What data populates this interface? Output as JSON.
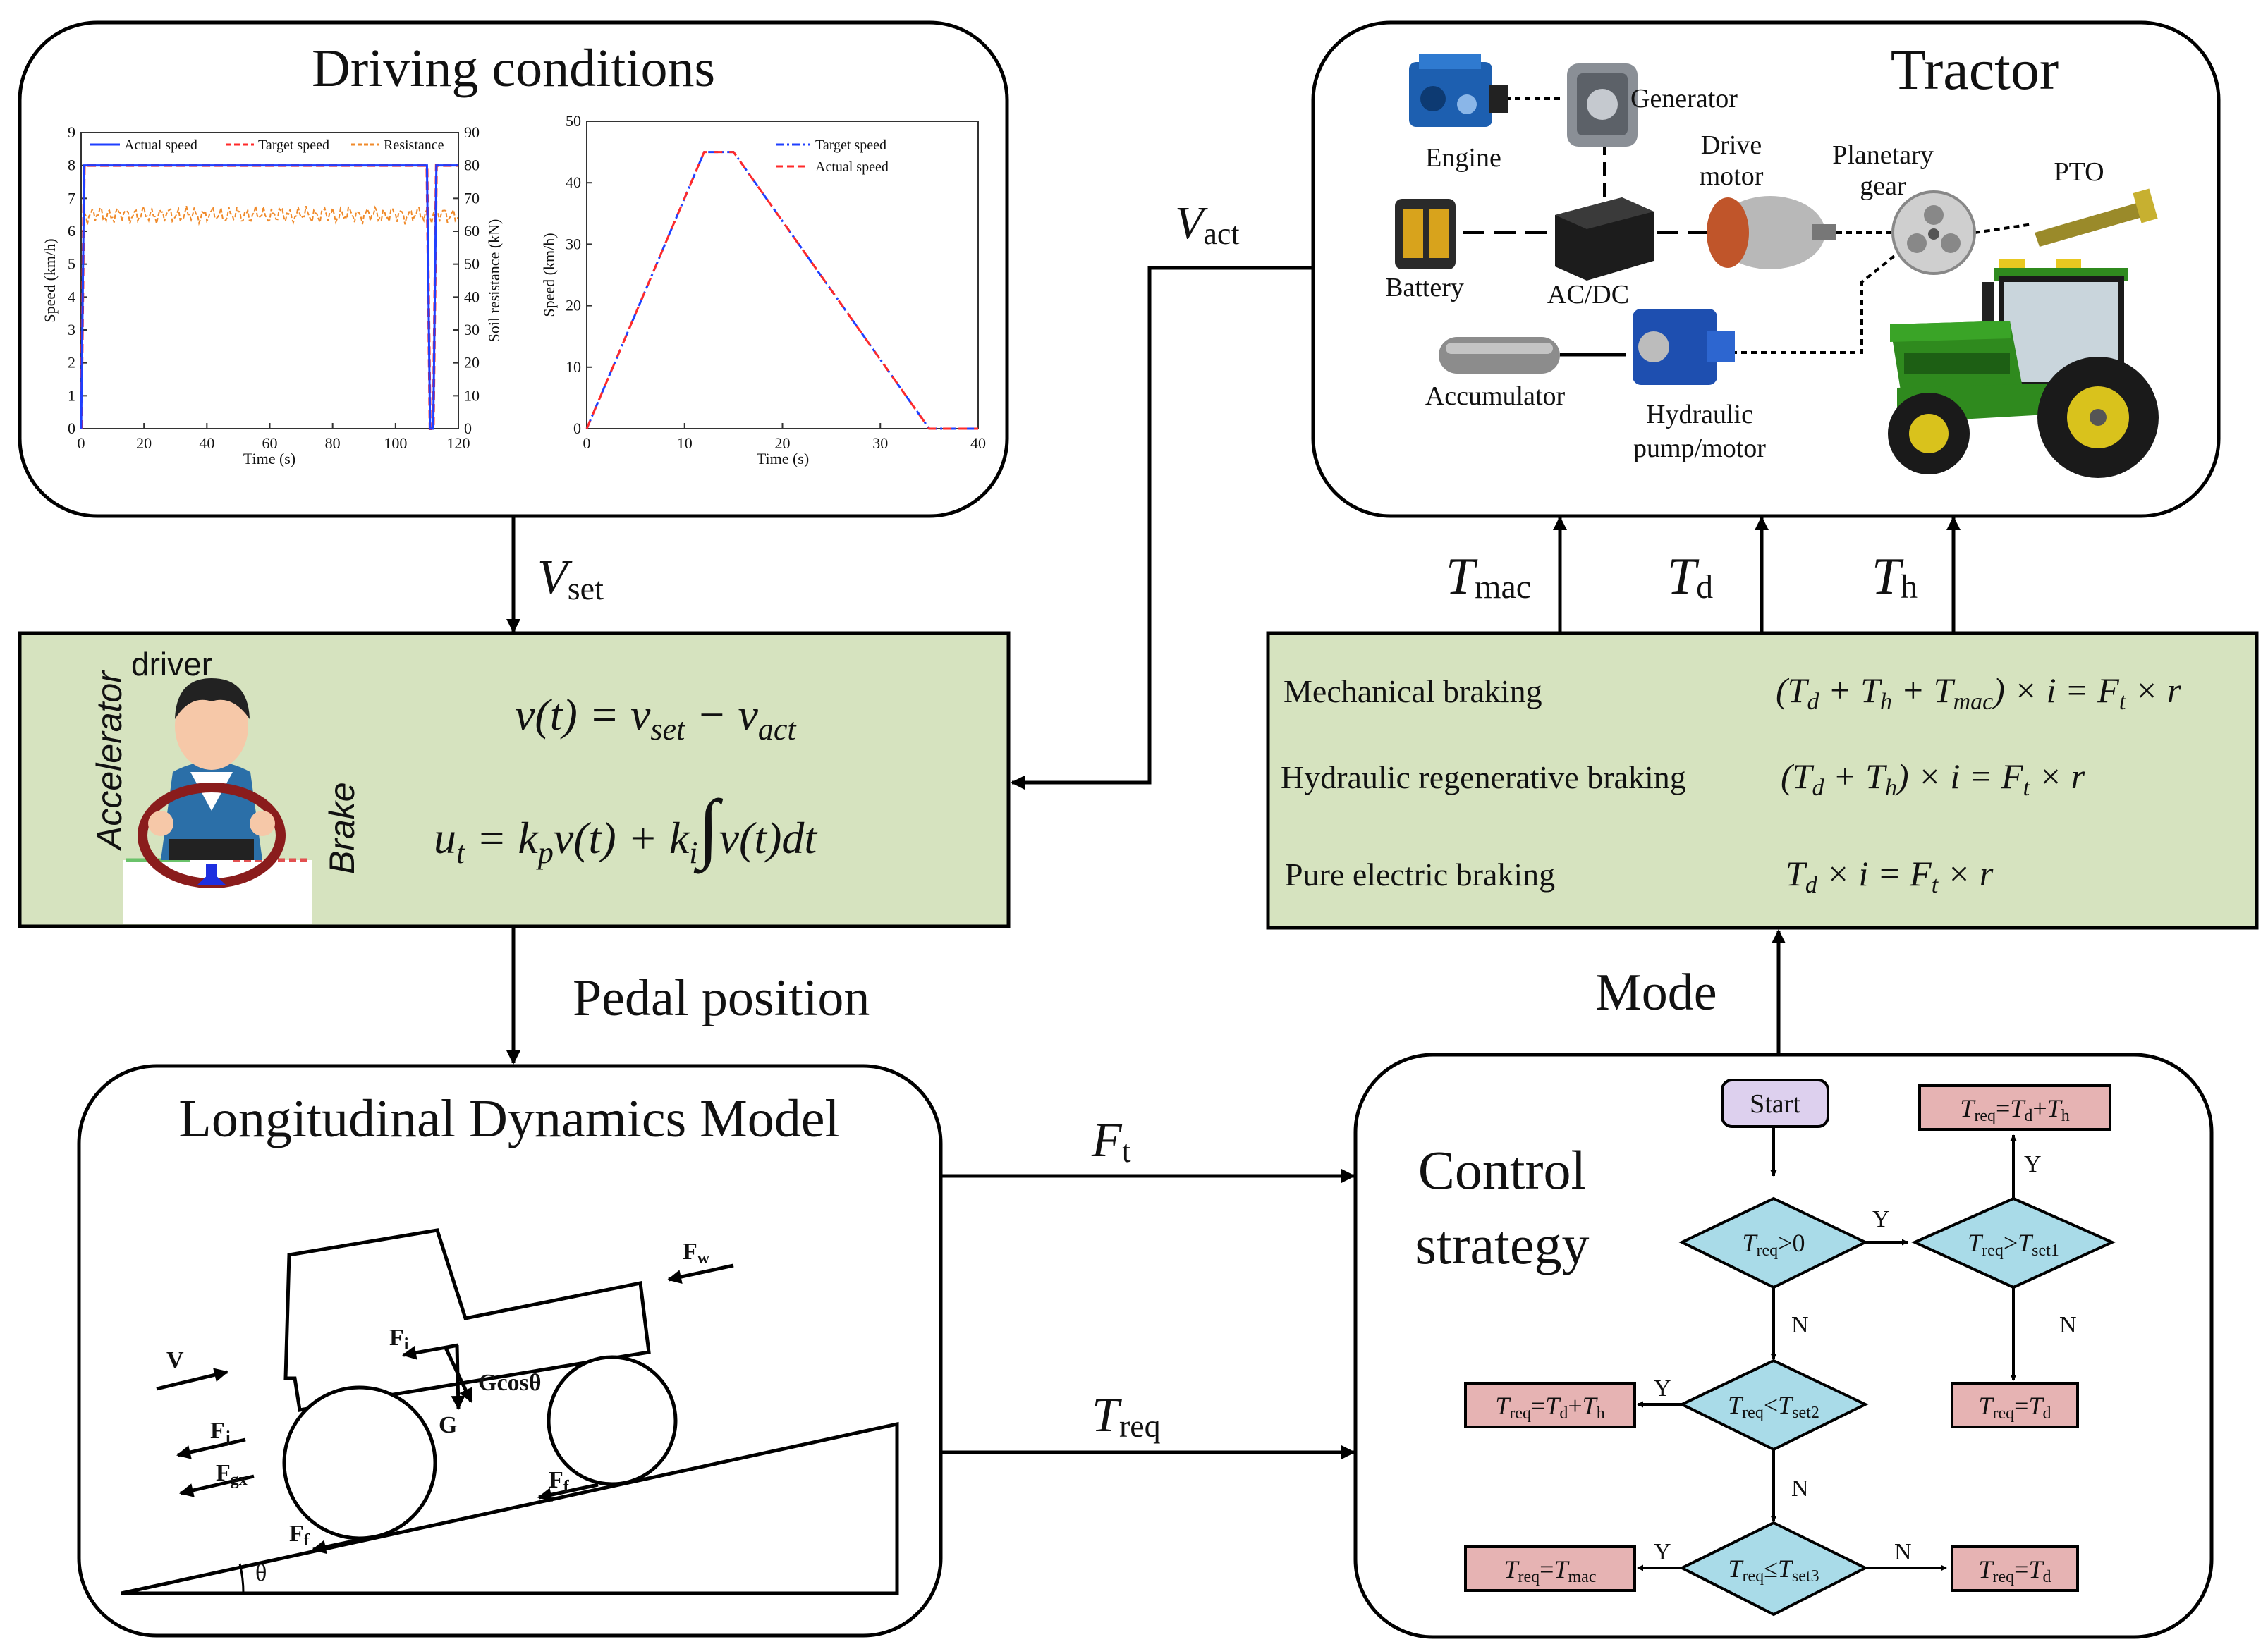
{
  "driving_conditions": {
    "title": "Driving conditions",
    "chart_left": {
      "type": "line",
      "xlabel": "Time (s)",
      "ylabel_left": "Speed (km/h)",
      "ylabel_right": "Soil resistance (kN)",
      "xlim": [
        0,
        120
      ],
      "ylim_left": [
        0,
        9
      ],
      "ylim_right": [
        0,
        90
      ],
      "xticks": [
        "0",
        "20",
        "40",
        "60",
        "80",
        "100",
        "120"
      ],
      "yticks_left": [
        "0",
        "1",
        "2",
        "3",
        "4",
        "5",
        "6",
        "7",
        "8",
        "9"
      ],
      "yticks_right": [
        "0",
        "10",
        "20",
        "30",
        "40",
        "50",
        "60",
        "70",
        "80",
        "90"
      ],
      "legend": [
        "Actual speed",
        "Target speed",
        "Resistance"
      ],
      "series": [
        {
          "name": "Actual speed",
          "color": "#1f3fff",
          "x": [
            0,
            1,
            110,
            111,
            112,
            113,
            120
          ],
          "y": [
            0,
            8,
            8,
            0,
            0,
            8,
            8
          ]
        },
        {
          "name": "Target speed",
          "color": "#ff2a2a",
          "x": [
            0,
            1,
            110,
            111,
            112,
            113,
            120
          ],
          "y": [
            0,
            8,
            8,
            0,
            0,
            8,
            8
          ]
        },
        {
          "name": "Resistance",
          "color": "#f08a2a",
          "x_range": [
            1,
            120
          ],
          "mean": 65,
          "amplitude": 3
        }
      ]
    },
    "chart_right": {
      "type": "line",
      "xlabel": "Time (s)",
      "ylabel": "Speed (km/h)",
      "xlim": [
        0,
        40
      ],
      "ylim": [
        0,
        50
      ],
      "xticks": [
        "0",
        "10",
        "20",
        "30",
        "40"
      ],
      "yticks": [
        "0",
        "10",
        "20",
        "30",
        "40",
        "50"
      ],
      "legend": [
        "Target speed",
        "Actual speed"
      ],
      "series": [
        {
          "name": "Target speed",
          "color": "#1f3fff",
          "x": [
            0,
            12,
            15,
            35,
            40
          ],
          "y": [
            0,
            45,
            45,
            0,
            0
          ]
        },
        {
          "name": "Actual speed",
          "color": "#ff2a2a",
          "x": [
            0,
            12,
            15,
            35,
            40
          ],
          "y": [
            0,
            45,
            45,
            0,
            0
          ]
        }
      ]
    }
  },
  "signals": {
    "v_set": "V",
    "v_set_sub": "set",
    "v_act": "V",
    "v_act_sub": "act",
    "pedal": "Pedal position",
    "f_t": "F",
    "f_t_sub": "t",
    "t_req": "T",
    "t_req_sub": "req",
    "mode": "Mode",
    "t_mac": "T",
    "t_mac_sub": "mac",
    "t_d": "T",
    "t_d_sub": "d",
    "t_h": "T",
    "t_h_sub": "h"
  },
  "driver_block": {
    "driver_label": "driver",
    "accelerator_label": "Accelerator",
    "brake_label": "Brake",
    "eq1": "v(t) = v_set − v_act",
    "eq2": "u_t = k_p v(t) + k_i ∫ v(t) dt",
    "bg_color": "#d6e3bf"
  },
  "tractor": {
    "title": "Tractor",
    "components": [
      "Generator",
      "Engine",
      "Drive motor",
      "Planetary gear",
      "PTO",
      "Battery",
      "AC/DC",
      "Accumulator",
      "Hydraulic pump/motor"
    ]
  },
  "braking": {
    "modes": [
      {
        "name": "Mechanical braking",
        "eq": "(T_d + T_h + T_mac) × i = F_t × r"
      },
      {
        "name": "Hydraulic regenerative braking",
        "eq": "(T_d + T_h) × i = F_t × r"
      },
      {
        "name": "Pure electric braking",
        "eq": "T_d × i = F_t × r"
      }
    ]
  },
  "dynamics": {
    "title": "Longitudinal Dynamics Model",
    "forces": [
      "Fw",
      "Fi",
      "V",
      "Gcosθ",
      "G",
      "Fj",
      "Fgx",
      "Ff",
      "Ff",
      "θ"
    ]
  },
  "control": {
    "title_line1": "Control",
    "title_line2": "strategy",
    "start": "Start",
    "d1": "Treq>0",
    "d2": "Treq>Tset1",
    "d3": "Treq<Tset2",
    "d4": "Treq≤Tset3",
    "out1": "Treq=Td+Th",
    "out2": "Treq=Td",
    "out3": "Treq=Td+Th",
    "out4": "Treq=Tmac",
    "out5": "Treq=Td",
    "yes": "Y",
    "no": "N",
    "start_color": "#ddd0ee",
    "decision_color": "#a9dbe8",
    "output_color": "#e6b3b3"
  }
}
